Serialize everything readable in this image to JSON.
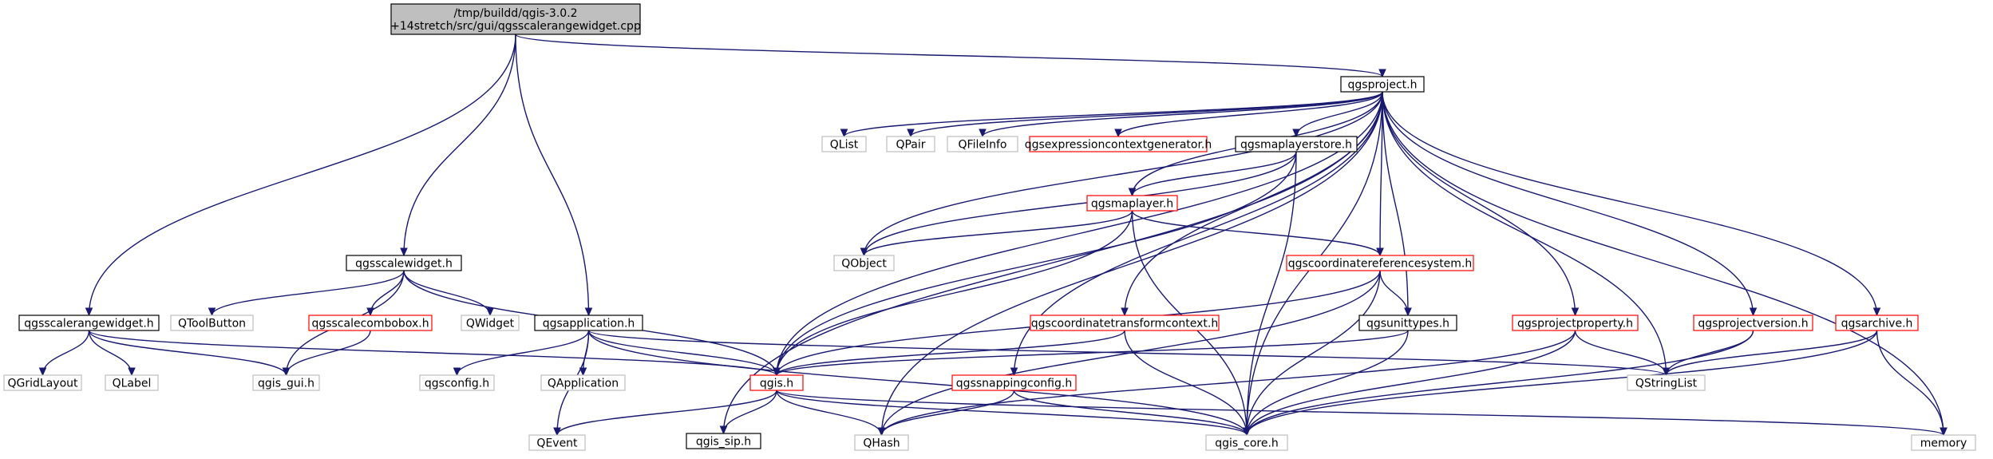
{
  "colors": {
    "edge": "#191970",
    "border_normal": "#000000",
    "border_incomplete": "#ff0000",
    "border_external": "#bfbfbf",
    "fill_root": "#bfbfbf",
    "fill_default": "#ffffff"
  },
  "nodes": [
    {
      "id": "root",
      "label": "/tmp/buildd/qgis-3.0.2\n+14stretch/src/gui/qgsscalerangewidget.cpp",
      "kind": "root"
    },
    {
      "id": "project",
      "label": "qgsproject.h",
      "kind": "normal"
    },
    {
      "id": "scalerange",
      "label": "qgsscalerangewidget.h",
      "kind": "normal"
    },
    {
      "id": "scalewidget",
      "label": "qgsscalewidget.h",
      "kind": "normal"
    },
    {
      "id": "application",
      "label": "qgsapplication.h",
      "kind": "normal"
    },
    {
      "id": "maplayerstore",
      "label": "qgsmaplayerstore.h",
      "kind": "normal"
    },
    {
      "id": "unittypes",
      "label": "qgsunittypes.h",
      "kind": "normal"
    },
    {
      "id": "gissip",
      "label": "qgis_sip.h",
      "kind": "normal"
    },
    {
      "id": "qgish",
      "label": "qgis.h",
      "kind": "incomplete"
    },
    {
      "id": "exprctx",
      "label": "qgsexpressioncontextgenerator.h",
      "kind": "incomplete"
    },
    {
      "id": "maplayer",
      "label": "qgsmaplayer.h",
      "kind": "incomplete"
    },
    {
      "id": "crs",
      "label": "qgscoordinatereferencesystem.h",
      "kind": "incomplete"
    },
    {
      "id": "scalecombo",
      "label": "qgsscalecombobox.h",
      "kind": "incomplete"
    },
    {
      "id": "transformctx",
      "label": "qgscoordinatetransformcontext.h",
      "kind": "incomplete"
    },
    {
      "id": "projprop",
      "label": "qgsprojectproperty.h",
      "kind": "incomplete"
    },
    {
      "id": "projver",
      "label": "qgsprojectversion.h",
      "kind": "incomplete"
    },
    {
      "id": "archive",
      "label": "qgsarchive.h",
      "kind": "incomplete"
    },
    {
      "id": "snapping",
      "label": "qgssnappingconfig.h",
      "kind": "incomplete"
    },
    {
      "id": "qlist",
      "label": "QList",
      "kind": "external"
    },
    {
      "id": "qpair",
      "label": "QPair",
      "kind": "external"
    },
    {
      "id": "qfileinfo",
      "label": "QFileInfo",
      "kind": "external"
    },
    {
      "id": "qobject",
      "label": "QObject",
      "kind": "external"
    },
    {
      "id": "qtoolbutton",
      "label": "QToolButton",
      "kind": "external"
    },
    {
      "id": "qwidget",
      "label": "QWidget",
      "kind": "external"
    },
    {
      "id": "qgridlayout",
      "label": "QGridLayout",
      "kind": "external"
    },
    {
      "id": "qlabel",
      "label": "QLabel",
      "kind": "external"
    },
    {
      "id": "qgisgui",
      "label": "qgis_gui.h",
      "kind": "external"
    },
    {
      "id": "qgsconfig",
      "label": "qgsconfig.h",
      "kind": "external"
    },
    {
      "id": "qapplication",
      "label": "QApplication",
      "kind": "external"
    },
    {
      "id": "qstringlist",
      "label": "QStringList",
      "kind": "external"
    },
    {
      "id": "qevent",
      "label": "QEvent",
      "kind": "external"
    },
    {
      "id": "qhash",
      "label": "QHash",
      "kind": "external"
    },
    {
      "id": "qgiscore",
      "label": "qgis_core.h",
      "kind": "external"
    },
    {
      "id": "memory",
      "label": "memory",
      "kind": "external"
    }
  ],
  "edges": [
    [
      "root",
      "project"
    ],
    [
      "root",
      "scalerange"
    ],
    [
      "root",
      "scalewidget"
    ],
    [
      "root",
      "application"
    ],
    [
      "scalerange",
      "qgridlayout"
    ],
    [
      "scalerange",
      "qlabel"
    ],
    [
      "scalerange",
      "qgisgui"
    ],
    [
      "scalerange",
      "qgish"
    ],
    [
      "scalewidget",
      "qtoolbutton"
    ],
    [
      "scalewidget",
      "scalecombo"
    ],
    [
      "scalewidget",
      "qwidget"
    ],
    [
      "scalewidget",
      "qgisgui"
    ],
    [
      "scalewidget",
      "qgish"
    ],
    [
      "scalecombo",
      "qgisgui"
    ],
    [
      "application",
      "qgsconfig"
    ],
    [
      "application",
      "qapplication"
    ],
    [
      "application",
      "qevent"
    ],
    [
      "application",
      "qgish"
    ],
    [
      "application",
      "qstringlist"
    ],
    [
      "application",
      "qgiscore"
    ],
    [
      "project",
      "qlist"
    ],
    [
      "project",
      "qpair"
    ],
    [
      "project",
      "qfileinfo"
    ],
    [
      "project",
      "exprctx"
    ],
    [
      "project",
      "maplayerstore"
    ],
    [
      "project",
      "qobject"
    ],
    [
      "project",
      "maplayer"
    ],
    [
      "project",
      "crs"
    ],
    [
      "project",
      "transformctx"
    ],
    [
      "project",
      "unittypes"
    ],
    [
      "project",
      "projprop"
    ],
    [
      "project",
      "projver"
    ],
    [
      "project",
      "archive"
    ],
    [
      "project",
      "snapping"
    ],
    [
      "project",
      "qstringlist"
    ],
    [
      "project",
      "qgish"
    ],
    [
      "project",
      "qgissip_link"
    ],
    [
      "project",
      "qhash"
    ],
    [
      "project",
      "memory"
    ],
    [
      "project",
      "qgiscore"
    ],
    [
      "maplayerstore",
      "qgish"
    ],
    [
      "maplayerstore",
      "qobject"
    ],
    [
      "maplayerstore",
      "maplayer"
    ],
    [
      "maplayerstore",
      "qgiscore"
    ],
    [
      "maplayer",
      "qobject"
    ],
    [
      "maplayer",
      "crs"
    ],
    [
      "maplayer",
      "qgish"
    ],
    [
      "maplayer",
      "qgiscore"
    ],
    [
      "crs",
      "unittypes"
    ],
    [
      "crs",
      "qgish"
    ],
    [
      "crs",
      "qgiscore"
    ],
    [
      "crs",
      "qhash"
    ],
    [
      "transformctx",
      "qgish"
    ],
    [
      "transformctx",
      "qgiscore"
    ],
    [
      "unittypes",
      "qgish"
    ],
    [
      "unittypes",
      "qgiscore"
    ],
    [
      "projprop",
      "qstringlist"
    ],
    [
      "projprop",
      "qgiscore"
    ],
    [
      "projprop",
      "qhash"
    ],
    [
      "projver",
      "qstringlist"
    ],
    [
      "projver",
      "qgiscore"
    ],
    [
      "archive",
      "qstringlist"
    ],
    [
      "archive",
      "memory"
    ],
    [
      "archive",
      "qgiscore"
    ],
    [
      "snapping",
      "qgiscore"
    ],
    [
      "snapping",
      "qhash"
    ],
    [
      "qgish",
      "qevent"
    ],
    [
      "qgish",
      "gissip"
    ],
    [
      "qgish",
      "qhash"
    ],
    [
      "qgish",
      "qgiscore"
    ],
    [
      "qgish",
      "memory"
    ]
  ]
}
